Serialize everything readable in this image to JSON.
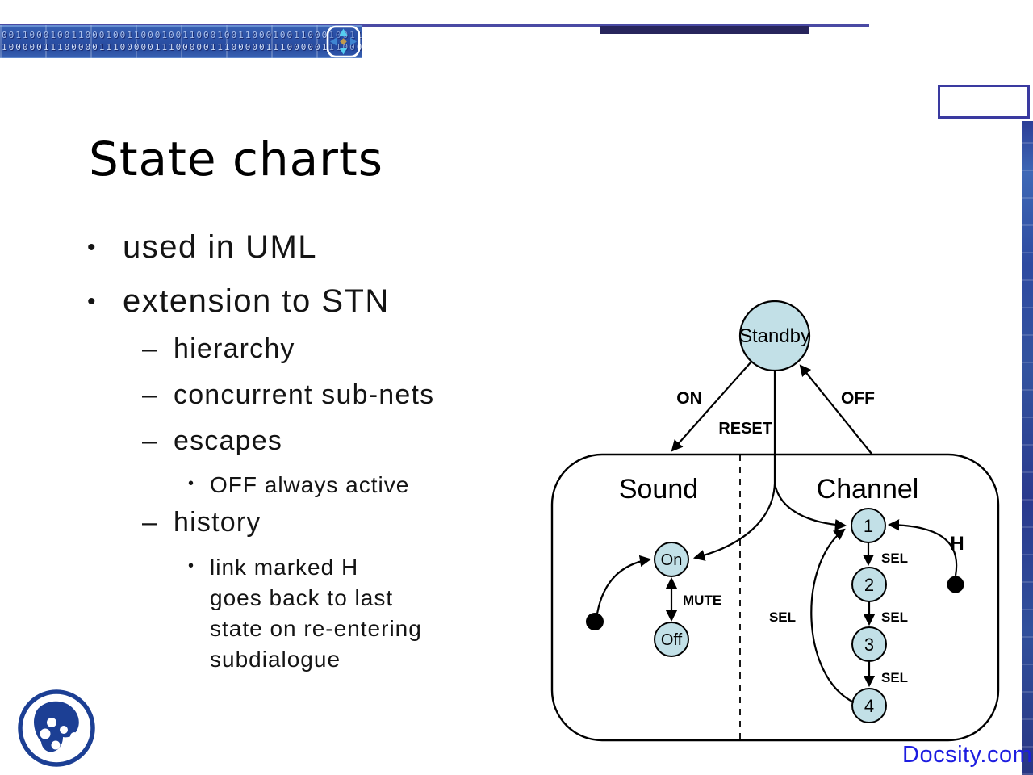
{
  "header": {
    "binary_row_1": "0011000100110001001100010011000100110001001100010011001",
    "binary_row_2": "1000001110000011100000111000001110000011100000111000011"
  },
  "title": "State charts",
  "bullets": {
    "items": [
      {
        "marker": "•",
        "text": "used in UML"
      },
      {
        "marker": "•",
        "text": "extension to STN"
      },
      {
        "marker": "–",
        "text": "hierarchy"
      },
      {
        "marker": "–",
        "text": "concurrent sub-nets"
      },
      {
        "marker": "–",
        "text": "escapes"
      },
      {
        "marker": "•",
        "text": "OFF always active"
      },
      {
        "marker": "–",
        "text": "history"
      },
      {
        "marker": "•",
        "text": "link marked H\ngoes back to last\nstate on re-entering\nsubdialogue"
      }
    ]
  },
  "diagram": {
    "standby_label": "Standby",
    "sound_label": "Sound",
    "channel_label": "Channel",
    "on_transition": "ON",
    "off_transition": "OFF",
    "reset_transition": "RESET",
    "mute_transition": "MUTE",
    "sel_transition": "SEL",
    "history_label": "H",
    "sound_states": {
      "on": "On",
      "off": "Off"
    },
    "channel_states": [
      "1",
      "2",
      "3",
      "4"
    ]
  },
  "footer": {
    "brand": "Docsity.com"
  },
  "colors": {
    "state_fill": "#c2e0e7",
    "banner_blue": "#2e55aa",
    "brand_blue": "#1d1de0",
    "logo_blue": "#1c3f94"
  }
}
